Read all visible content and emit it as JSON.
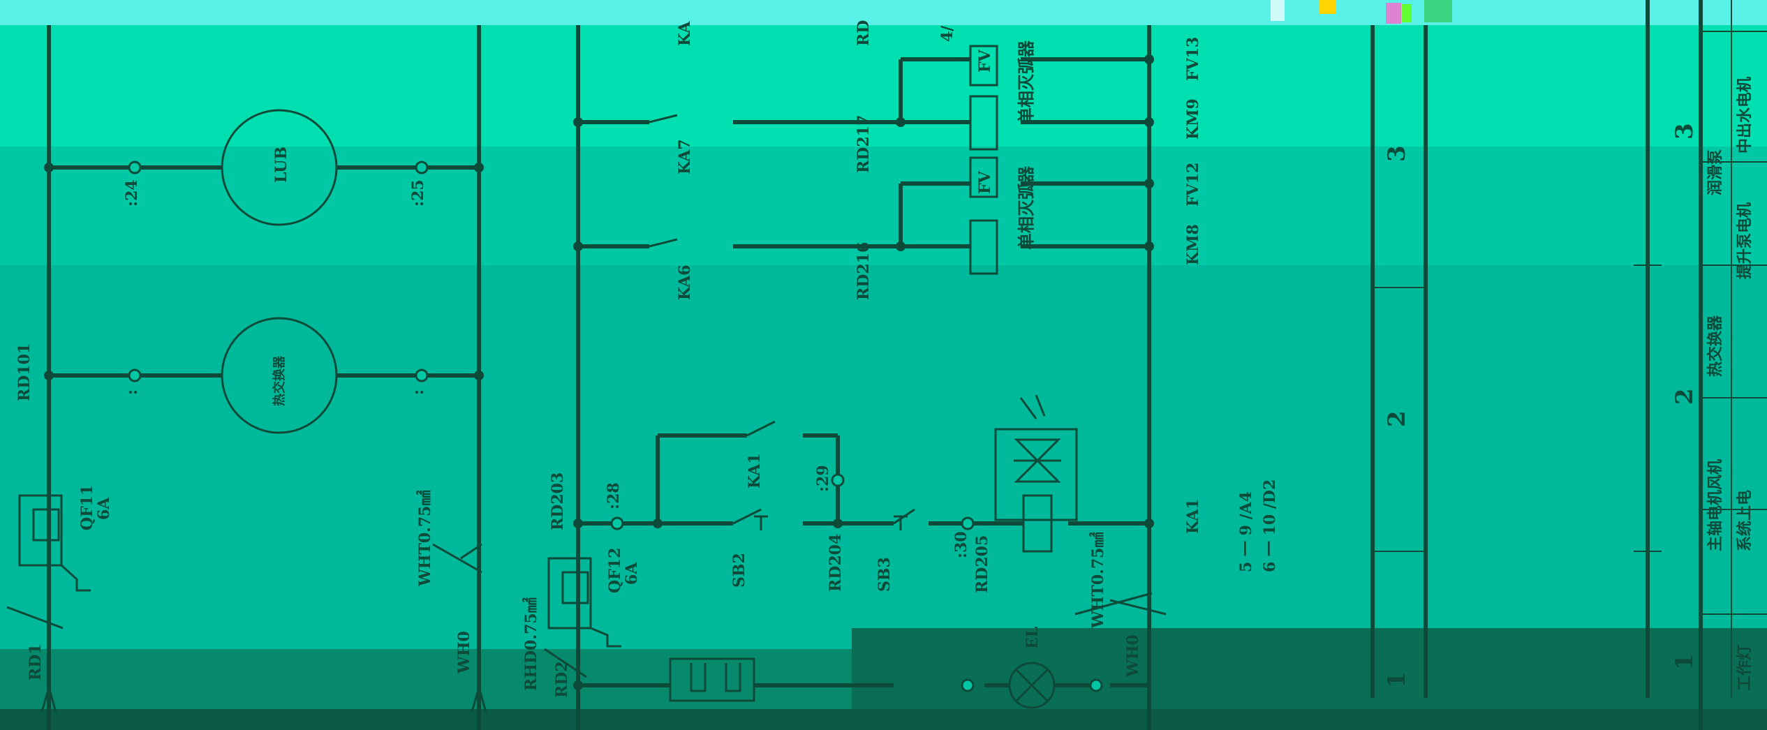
{
  "palette": {
    "band_top": "#00dfb0",
    "band_upper": "#00c8a5",
    "band_mid": "#00b89a",
    "band_low": "#078a6c",
    "band_bottom": "#0a5a45",
    "toolbar": "#5af2e8",
    "ink": "#0e4a3a"
  },
  "labels": {
    "rd101": "RD101",
    "rd1": "RD1",
    "qf11": "QF11",
    "qf11_rating": "6A",
    "node24": ":24",
    "node25": ":25",
    "node_blank_left": ":",
    "node_blank_right": ":",
    "lub": "LUB",
    "heat_exchanger": "热交换器",
    "wht075_left": "WHT0.75㎟",
    "wh0_left": "WH0",
    "rd203": "RD203",
    "node28": ":28",
    "qf12": "QF12",
    "qf12_rating": "6A",
    "rhd075": "RHD0.75㎟",
    "rd2": "RD2",
    "ka1_contact": "KA1",
    "node29": ":29",
    "sb2": "SB2",
    "rd204": "RD204",
    "sb3": "SB3",
    "node30": ":30",
    "rd205": "RD205",
    "wht075_right": "WHT0.75㎟",
    "wh0_right": "WH0",
    "el": "EL",
    "ka7": "KA7",
    "ka6": "KA6",
    "ka_top": "KA",
    "rd217": "RD217",
    "rd216": "RD216",
    "rd_top": "RD",
    "label_4": "4/",
    "fv": "FV",
    "fv13": "FV13",
    "km9": "KM9",
    "fv12": "FV12",
    "km8": "KM8",
    "ka1_coil": "KA1",
    "arc_suppressor": "单相灭弧器",
    "xref_9": "5 一 9 /A4",
    "xref_10": "6 一 10 /D2",
    "col_3": "3",
    "col_2": "2",
    "col_1": "1",
    "title_3": "3",
    "title_2": "2",
    "title_1": "1",
    "tb_outlet_motor": "中出水电机",
    "tb_lube_pump": "润滑泵",
    "tb_lift_pump": "提升泵电机",
    "tb_heat_exchanger": "热交换器",
    "tb_spindle_fan": "主轴电机风机",
    "tb_system_power": "系统上电",
    "tb_work_light": "工作灯"
  }
}
